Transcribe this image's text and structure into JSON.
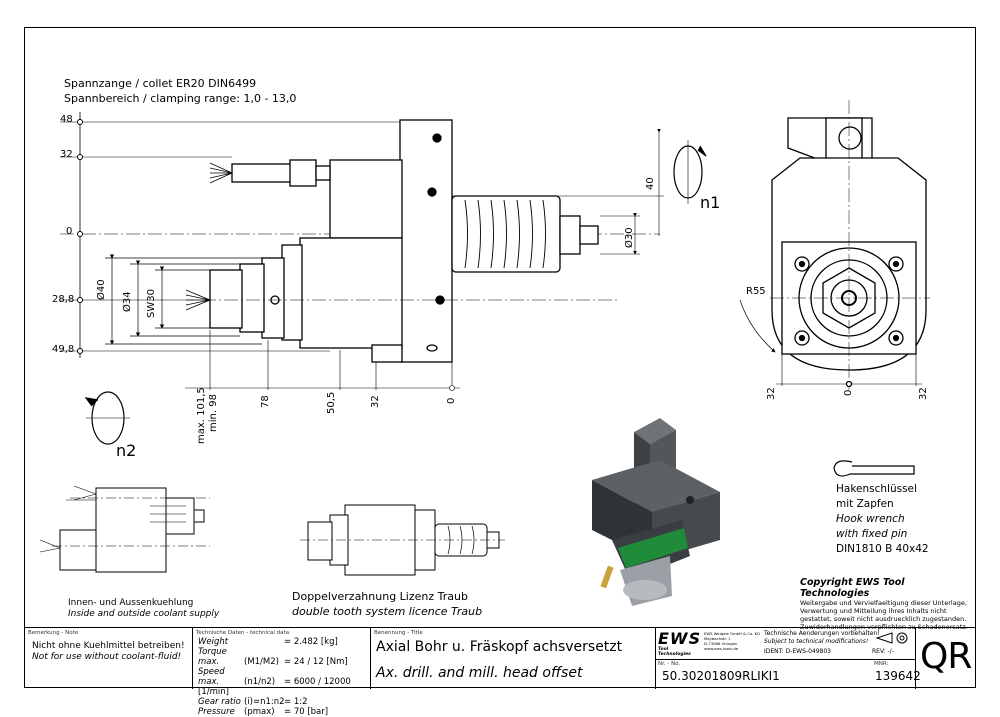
{
  "header": {
    "collet_line": "Spannzange / collet   ER20   DIN6499",
    "range_line_prefix": "Spannbereich / clamping range:",
    "range_value": "1,0 - 13,0"
  },
  "left_dims": [
    "48",
    "32",
    "0",
    "28,8",
    "49,8"
  ],
  "vertical_dims": [
    "Ø40",
    "Ø34",
    "SW30"
  ],
  "bottom_dims": [
    "max. 101,5",
    "min. 98",
    "78",
    "50,5",
    "32",
    "0"
  ],
  "right_dims": [
    "40",
    "Ø30"
  ],
  "rotation": {
    "n1": "n1",
    "n2": "n2"
  },
  "front_view": {
    "radius": "R55",
    "dims": [
      "32",
      "0",
      "32"
    ]
  },
  "hook_wrench": {
    "lines": [
      "Hakenschlüssel",
      "mit Zapfen",
      "Hook wrench",
      "with fixed pin",
      "DIN1810 B 40x42"
    ]
  },
  "coolant": {
    "de": "Innen- und Aussenkuehlung",
    "en": "Inside and outside coolant supply"
  },
  "gear": {
    "de": "Doppelverzahnung Lizenz Traub",
    "en": "double tooth system licence Traub"
  },
  "copyright": {
    "title": "Copyright EWS Tool Technologies",
    "lines": [
      "Weitergabe und Vervielfaeltigung dieser Unterlage,",
      "Verwertung und Mitteilung ihres Inhalts nicht",
      "gestattet, soweit nicht ausdruecklich zugestanden.",
      "Zuwiderhandlungen verpflichten zu Schadenersatz."
    ]
  },
  "title_block": {
    "note_label": "Bemerkung - Note",
    "note_de": "Nicht ohne Kuehlmittel betreiben!",
    "note_en": "Not for use without coolant-fluid!",
    "tech_label": "Technische Daten - technical data",
    "tech": [
      {
        "k": "Weight",
        "p": "",
        "v": "=  2.482 [kg]"
      },
      {
        "k": "Torque max.",
        "p": "(M1/M2)",
        "v": "=  24 / 12 [Nm]"
      },
      {
        "k": "Speed max.",
        "p": "(n1/n2)",
        "v": "=  6000 / 12000 [1/min]"
      },
      {
        "k": "Gear ratio",
        "p": "(i)=n1:n2",
        "v": "=  1:2"
      },
      {
        "k": "Pressure",
        "p": "(pmax)",
        "v": "=  70 [bar]"
      }
    ],
    "title_label": "Benennung - Title",
    "title_de": "Axial Bohr u. Fräskopf achsversetzt",
    "title_en": "Ax. drill. and mill. head offset",
    "ews_logo": "EWS",
    "ews_sub": "Tool Technologies",
    "ews_addr": [
      "EWS Weigele GmbH & Co. KG",
      "Maybachstr. 1",
      "D-73066 Uhingen",
      "www.ews-tools.de"
    ],
    "changes_de": "Technische Aenderungen vorbehalten!",
    "changes_en": "Subject to technical modifications!",
    "ident": "IDENT:  D-EWS-049803",
    "rev": "REV:  -/-",
    "nr_label": "Nr. - No.",
    "part_no": "50.30201809RLIKI1",
    "mnr_label": "MNR:",
    "mnr": "139642",
    "qr": "QR"
  }
}
